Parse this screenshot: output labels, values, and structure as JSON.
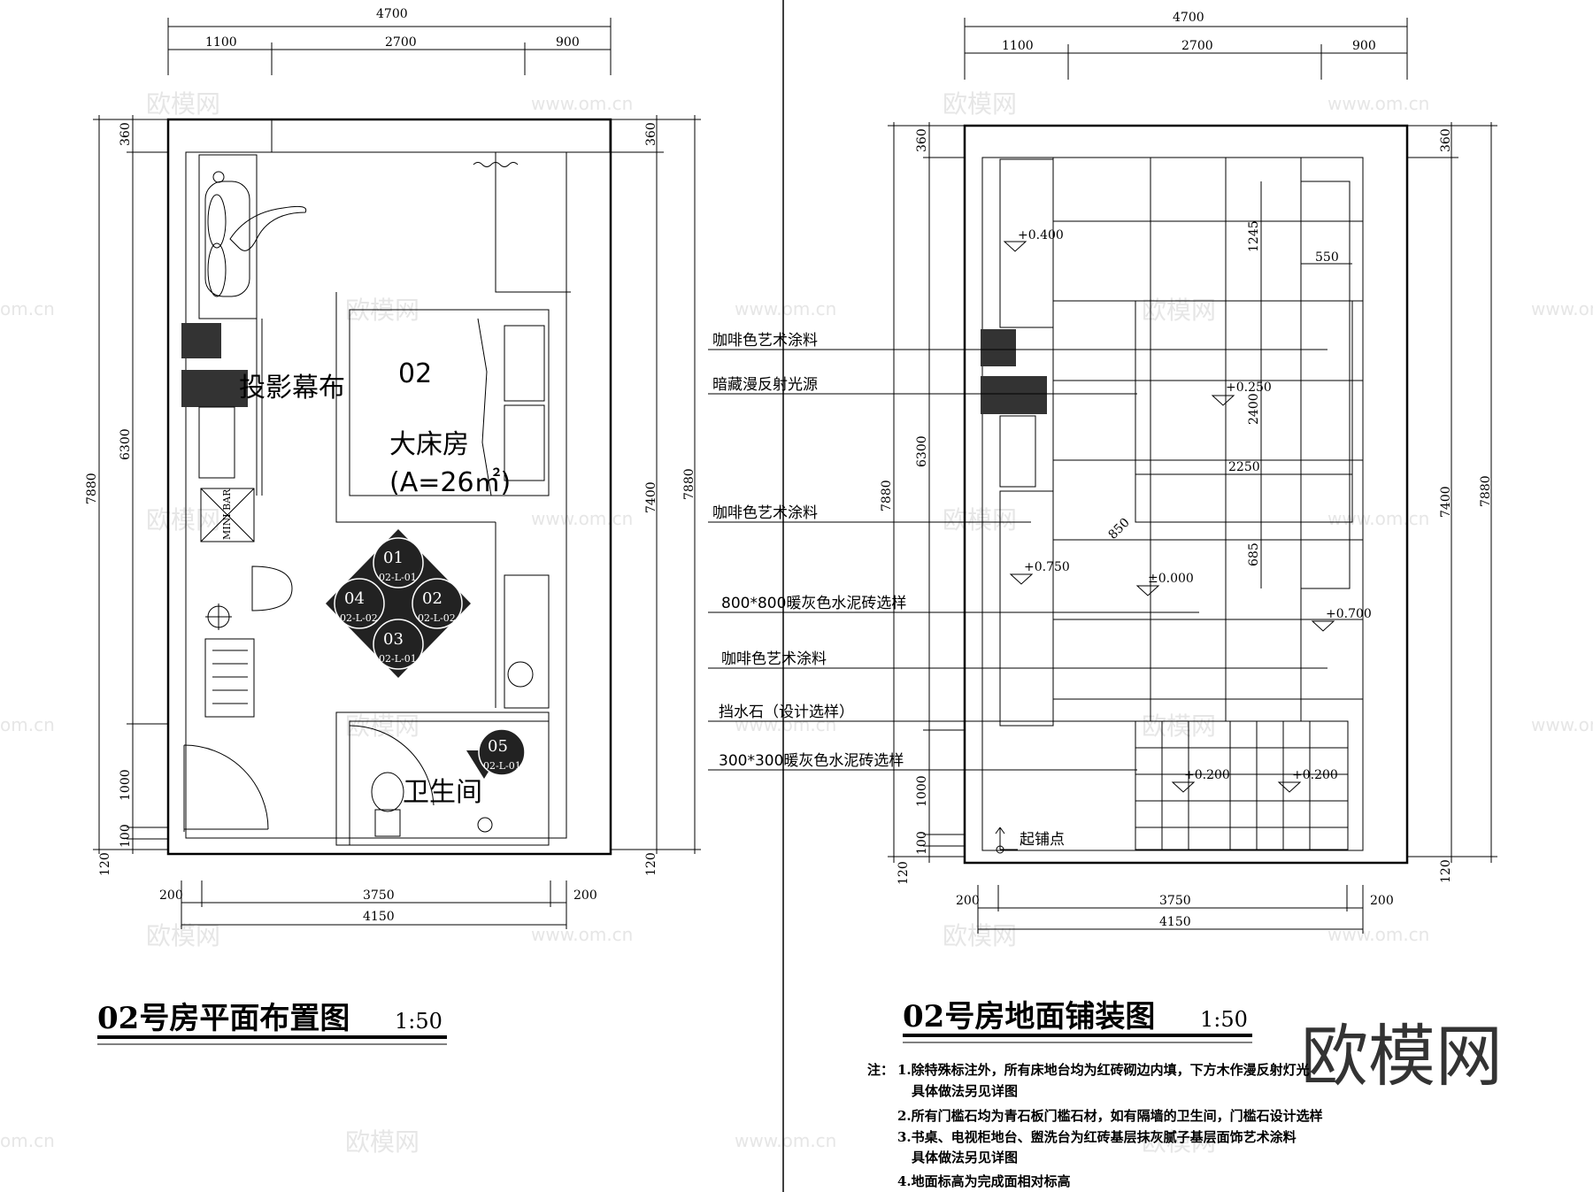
{
  "left_plan": {
    "title": "02号房平面布置图",
    "scale": "1:50",
    "dims_top_total": "4700",
    "dims_top_segments": [
      "1100",
      "2700",
      "900"
    ],
    "dims_left": [
      "360",
      "6300",
      "1000",
      "100",
      "120"
    ],
    "dim_left_total": "7880",
    "dims_right": [
      "360",
      "7400",
      "120"
    ],
    "dim_right_total": "7880",
    "dims_bottom_inner": [
      "200",
      "3750",
      "200"
    ],
    "dim_bottom_total": "4150",
    "room_no": "02",
    "room_name": "大床房",
    "room_area": "(A=26㎡)",
    "screen_label": "投影幕布",
    "bathroom_label": "卫生间",
    "minibar_label": "MINI BAR",
    "view_markers": [
      {
        "num": "01",
        "ref": "02-L-01"
      },
      {
        "num": "02",
        "ref": "02-L-02"
      },
      {
        "num": "03",
        "ref": "02-L-01"
      },
      {
        "num": "04",
        "ref": "02-L-02"
      }
    ],
    "view_marker_05": {
      "num": "05",
      "ref": "02-L-01"
    }
  },
  "right_plan": {
    "title": "02号房地面铺装图",
    "scale": "1:50",
    "dims_top_total": "4700",
    "dims_top_segments": [
      "1100",
      "2700",
      "900"
    ],
    "dims_left": [
      "360",
      "6300",
      "1000",
      "100",
      "120"
    ],
    "dim_left_total": "7880",
    "dims_right": [
      "360",
      "7400",
      "120"
    ],
    "dim_right_total": "7880",
    "dims_bottom_inner": [
      "200",
      "3750",
      "200"
    ],
    "dim_bottom_total": "4150",
    "inner_dims": [
      "1245",
      "550",
      "2400",
      "2250",
      "850",
      "685"
    ],
    "levels": [
      "+0.400",
      "+0.250",
      "+0.750",
      "±0.000",
      "+0.700",
      "+0.200",
      "+0.200"
    ],
    "start_point": "起铺点",
    "callouts": [
      "咖啡色艺术涂料",
      "暗藏漫反射光源",
      "咖啡色艺术涂料",
      "800*800暖灰色水泥砖选样",
      "咖啡色艺术涂料",
      "挡水石（设计选样）",
      "300*300暖灰色水泥砖选样"
    ]
  },
  "notes": {
    "prefix": "注：",
    "lines": [
      "1.除特殊标注外，所有床地台均为红砖砌边内填，下方木作漫反射灯光",
      "具体做法另见详图",
      "2.所有门槛石均为青石板门槛石材，如有隔墙的卫生间，门槛石设计选样",
      "3.书桌、电视柜地台、盥洗台为红砖基层抹灰腻子基层面饰艺术涂料",
      "具体做法另见详图",
      "4.地面标高为完成面相对标高"
    ]
  },
  "brand": "欧模网",
  "watermark": {
    "logo": "欧模网",
    "url": "www.om.cn",
    "url_short": "om.cn"
  }
}
